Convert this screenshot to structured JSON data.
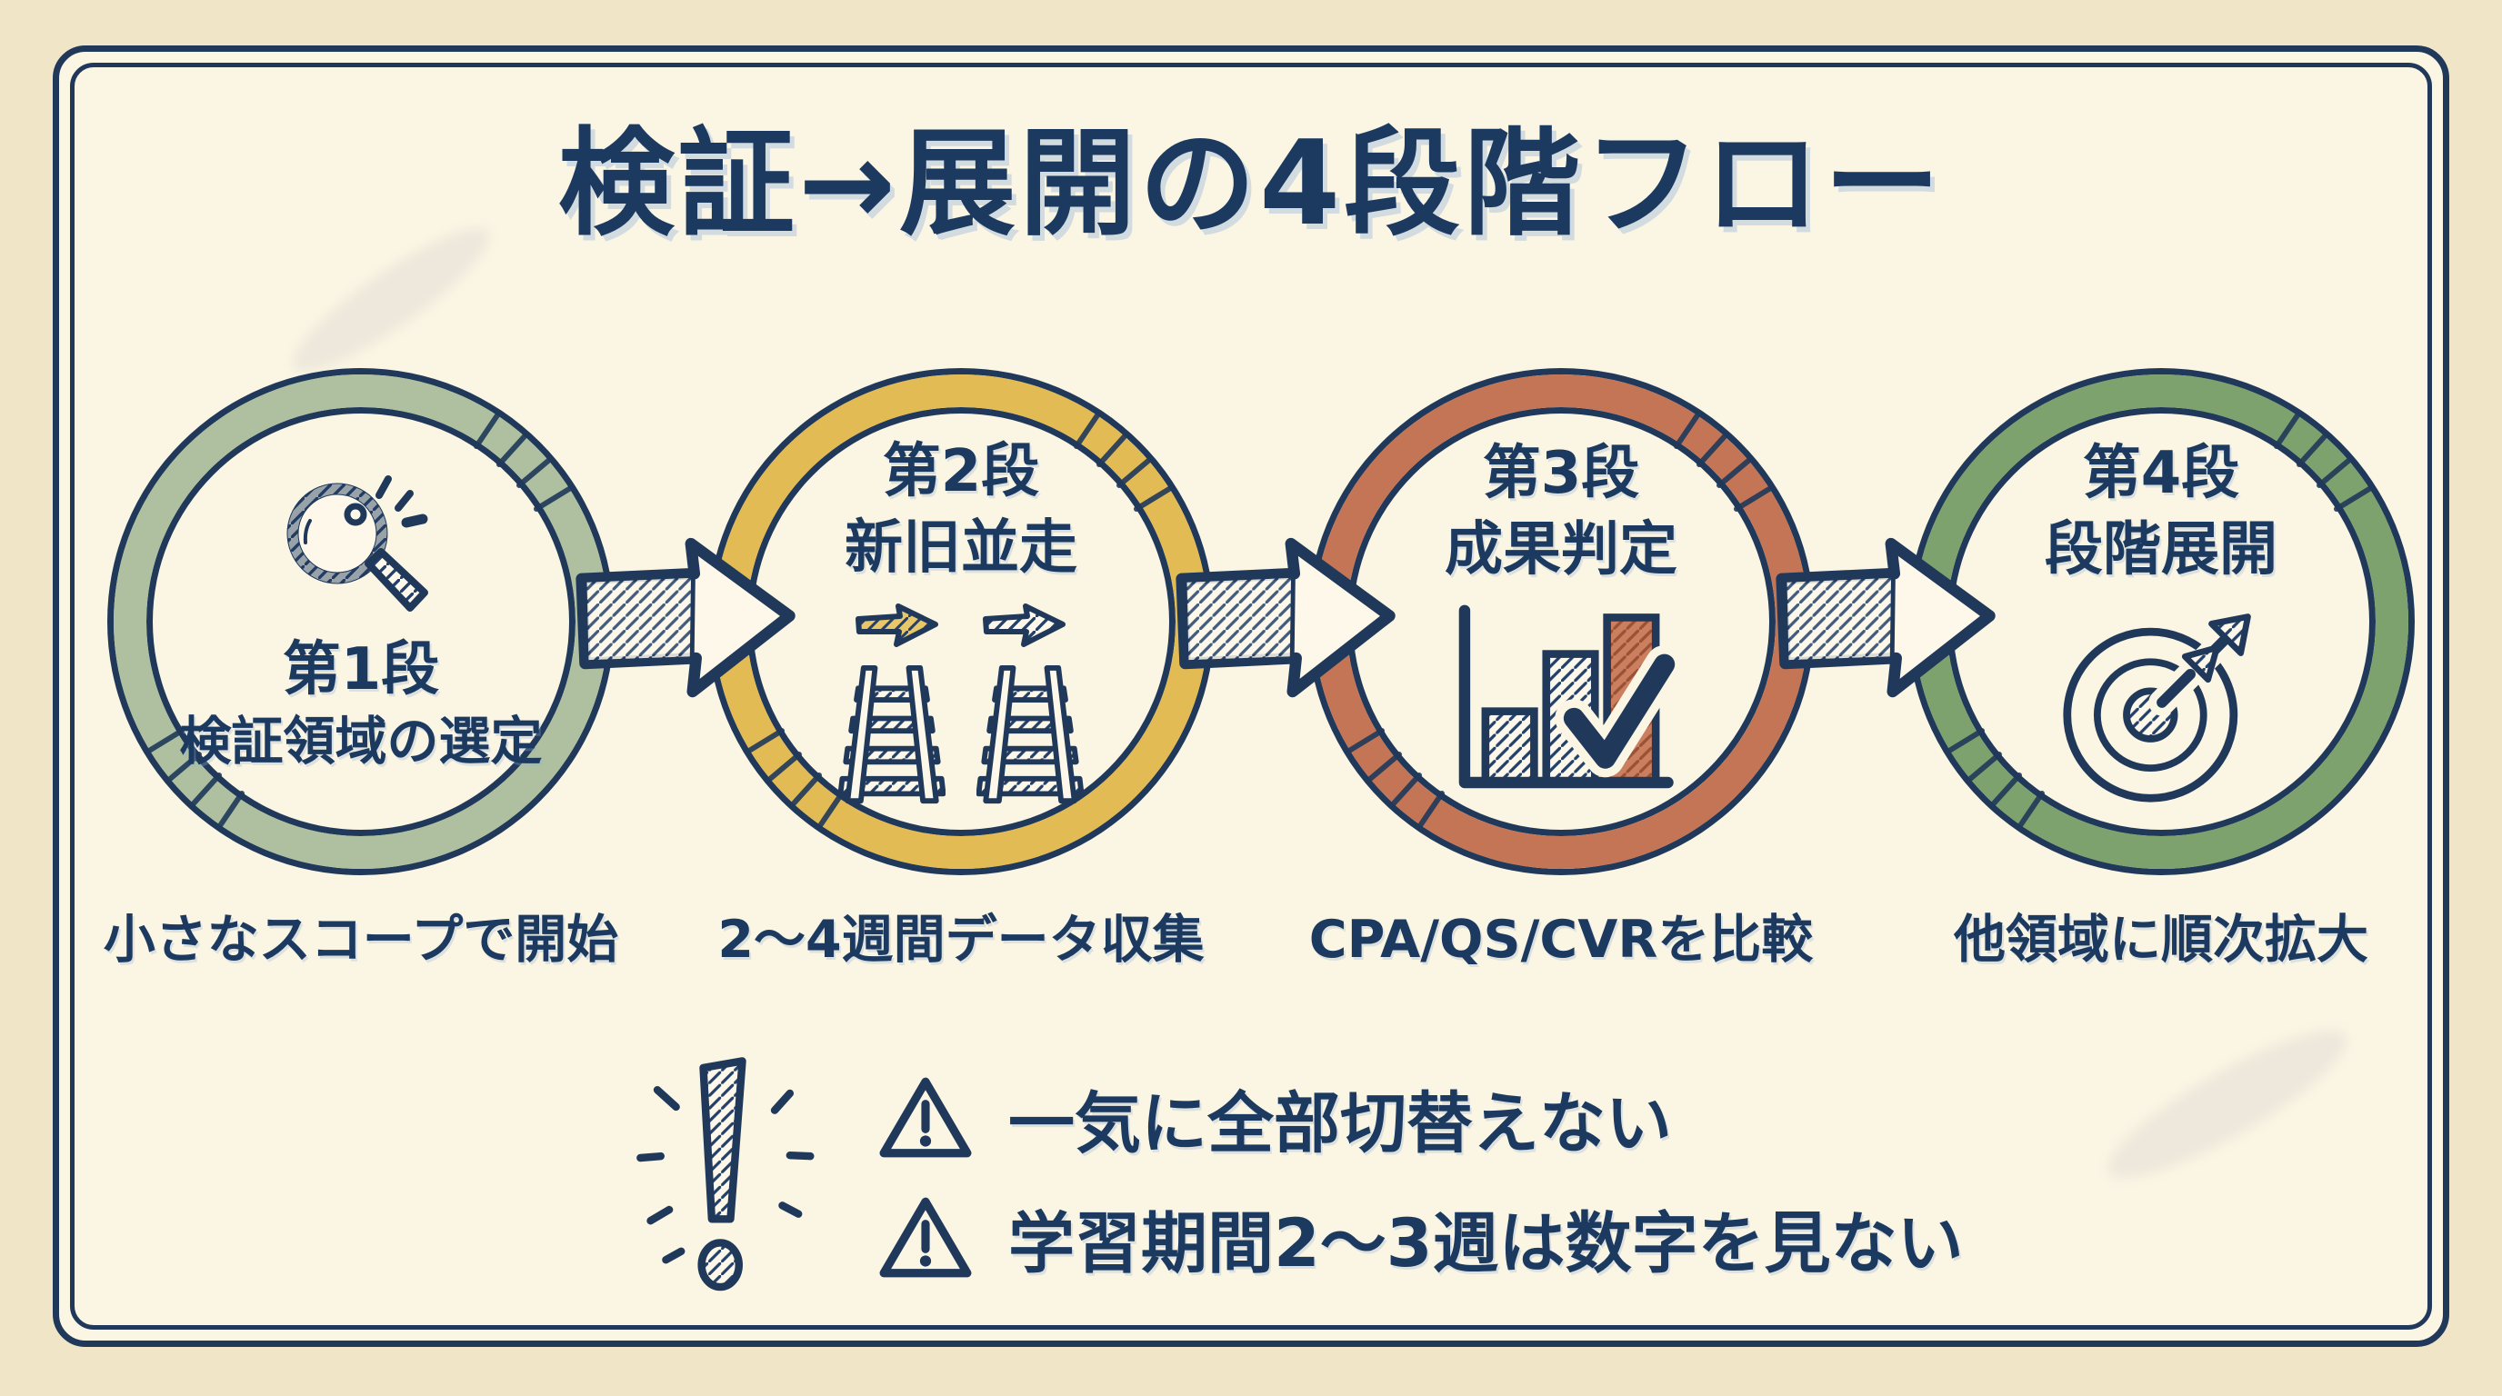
{
  "title": "検証→展開の4段階フロー",
  "stages": [
    {
      "step": "第1段",
      "name": "検証領域の選定",
      "caption": "小さなスコープで開始",
      "ring_color": "#aec0a0",
      "icon": "magnifier-icon"
    },
    {
      "step": "第2段",
      "name": "新旧並走",
      "caption": "2〜4週間データ収集",
      "ring_color": "#e3bb54",
      "icon": "parallel-tracks-icon"
    },
    {
      "step": "第3段",
      "name": "成果判定",
      "caption": "CPA/QS/CVRを比較",
      "ring_color": "#c37556",
      "icon": "bar-chart-check-icon"
    },
    {
      "step": "第4段",
      "name": "段階展開",
      "caption": "他領域に順次拡大",
      "ring_color": "#7da26e",
      "icon": "target-arrow-icon"
    }
  ],
  "warnings": [
    {
      "text": "一気に全部切替えない"
    },
    {
      "text": "学習期間2〜3週は数字を見ない"
    }
  ],
  "colors": {
    "background": "#f1e5c8",
    "panel": "#fbf5e4",
    "ink": "#1e3a5c",
    "accent_yellow": "#e3bb54",
    "accent_orange": "#c37556",
    "accent_green_light": "#aec0a0",
    "accent_green": "#7da26e"
  }
}
